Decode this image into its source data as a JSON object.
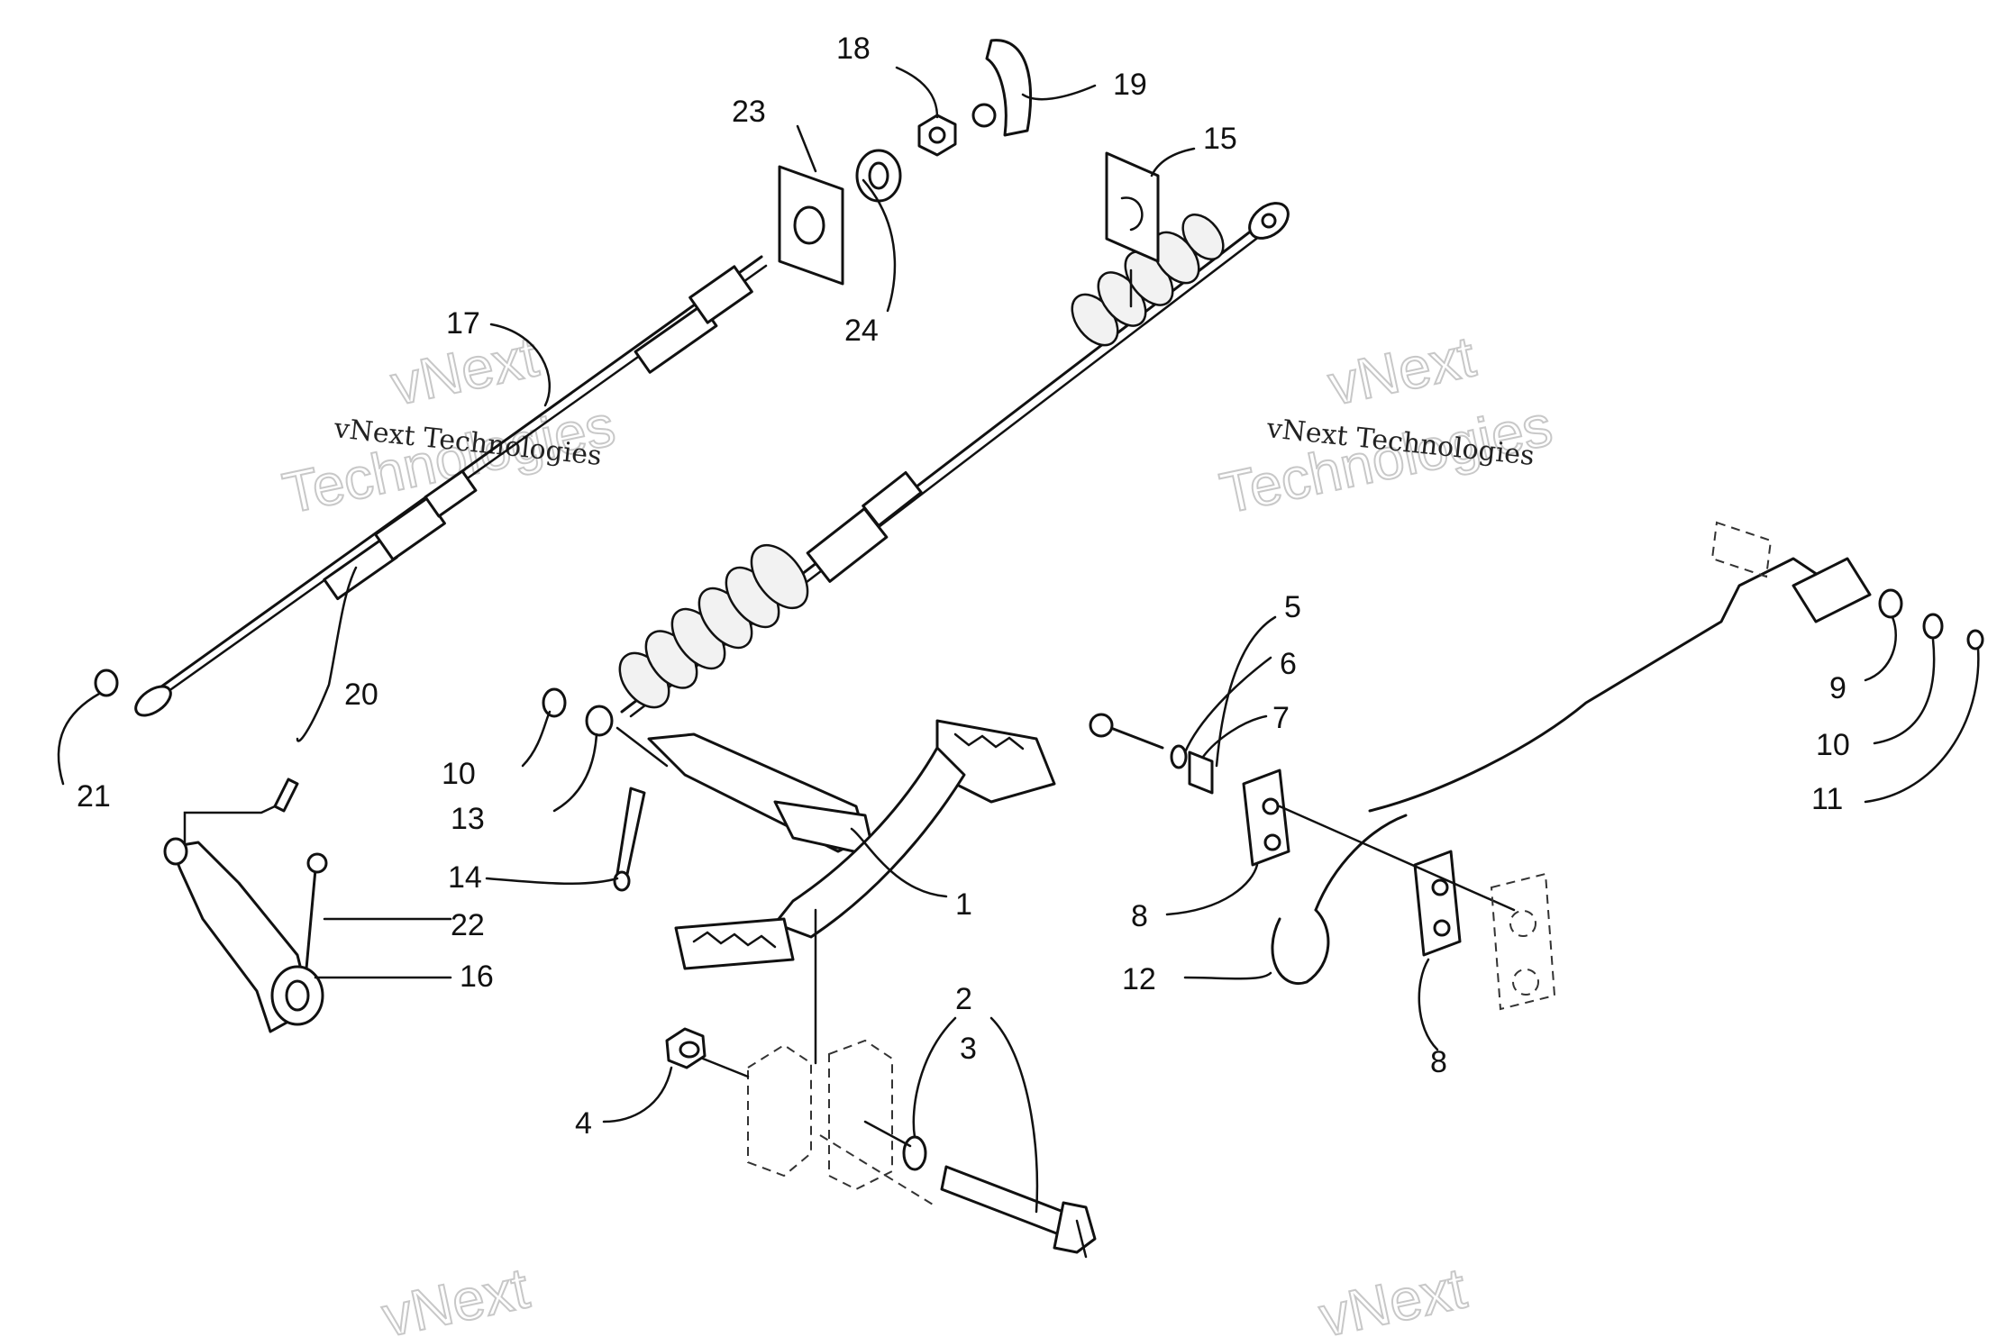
{
  "watermark": {
    "small_text": "vNext Technologies",
    "big_line1": "vNext",
    "big_line2": "Technologies"
  },
  "callouts": {
    "n1": "1",
    "n2": "2",
    "n3": "3",
    "n4": "4",
    "n5": "5",
    "n6": "6",
    "n7": "7",
    "n8a": "8",
    "n8b": "8",
    "n9": "9",
    "n10a": "10",
    "n10b": "10",
    "n11": "11",
    "n12": "12",
    "n13": "13",
    "n14": "14",
    "n15": "15",
    "n16": "16",
    "n17": "17",
    "n18": "18",
    "n19": "19",
    "n20": "20",
    "n21": "21",
    "n22": "22",
    "n23": "23",
    "n24": "24"
  }
}
